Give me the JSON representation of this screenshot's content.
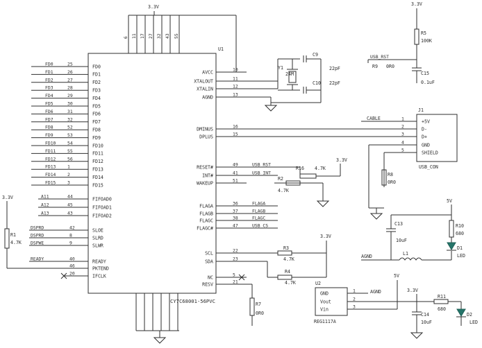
{
  "u1": {
    "ref": "U1",
    "part": "CY7C68001-56PVC",
    "left_pins": [
      {
        "net": "FD0",
        "num": "25",
        "name": "FD0"
      },
      {
        "net": "FD1",
        "num": "26",
        "name": "FD1"
      },
      {
        "net": "FD2",
        "num": "27",
        "name": "FD2"
      },
      {
        "net": "FD3",
        "num": "28",
        "name": "FD3"
      },
      {
        "net": "FD4",
        "num": "29",
        "name": "FD4"
      },
      {
        "net": "FD5",
        "num": "30",
        "name": "FD5"
      },
      {
        "net": "FD6",
        "num": "31",
        "name": "FD6"
      },
      {
        "net": "FD7",
        "num": "32",
        "name": "FD7"
      },
      {
        "net": "FD8",
        "num": "52",
        "name": "FD8"
      },
      {
        "net": "FD9",
        "num": "53",
        "name": "FD9"
      },
      {
        "net": "FD10",
        "num": "54",
        "name": "FD10"
      },
      {
        "net": "FD11",
        "num": "55",
        "name": "FD11"
      },
      {
        "net": "FD12",
        "num": "56",
        "name": "FD12"
      },
      {
        "net": "FD13",
        "num": "1",
        "name": "FD13"
      },
      {
        "net": "FD14",
        "num": "2",
        "name": "FD14"
      },
      {
        "net": "FD15",
        "num": "3",
        "name": "FD15"
      }
    ],
    "left_pins2": [
      {
        "net": "A11",
        "num": "44",
        "name": "FIFOAD0"
      },
      {
        "net": "A12",
        "num": "45",
        "name": "FIFOAD1"
      },
      {
        "net": "A13",
        "num": "43",
        "name": "FIFOAD2"
      }
    ],
    "left_pins3": [
      {
        "net": "DSPRD",
        "num": "42",
        "name": "SLOE"
      },
      {
        "net": "DSPRD",
        "num": "8",
        "name": "SLRD"
      },
      {
        "net": "DSPWE",
        "num": "9",
        "name": "SLWR"
      },
      {
        "net": "READY",
        "num": "40",
        "name": "READY"
      },
      {
        "net": "",
        "num": "46",
        "name": "PKTEND"
      },
      {
        "net": "",
        "num": "20",
        "name": "IFCLK"
      }
    ],
    "right_pins": [
      {
        "name": "AVCC",
        "num": "10",
        "net": ""
      },
      {
        "name": "XTALOUT",
        "num": "11",
        "net": ""
      },
      {
        "name": "XTALIN",
        "num": "12",
        "net": ""
      },
      {
        "name": "AGND",
        "num": "13",
        "net": ""
      },
      {
        "name": "DMINUS",
        "num": "16",
        "net": ""
      },
      {
        "name": "DPLUS",
        "num": "15",
        "net": ""
      },
      {
        "name": "RESET#",
        "num": "49",
        "net": "USB_RST"
      },
      {
        "name": "INT#",
        "num": "41",
        "net": "USB_INT"
      },
      {
        "name": "WAKEUP",
        "num": "51",
        "net": ""
      },
      {
        "name": "FLAGA",
        "num": "36",
        "net": "FLAGA"
      },
      {
        "name": "FLAGB",
        "num": "37",
        "net": "FLAGB"
      },
      {
        "name": "FLAGC",
        "num": "38",
        "net": "FLAGC"
      },
      {
        "name": "FLAGC#",
        "num": "47",
        "net": "USB_CS"
      },
      {
        "name": "SCL",
        "num": "22",
        "net": ""
      },
      {
        "name": "SDA",
        "num": "23",
        "net": ""
      },
      {
        "name": "NC",
        "num": "5",
        "net": ""
      },
      {
        "name": "RESV",
        "num": "21",
        "net": ""
      }
    ],
    "top_pins": [
      "6",
      "11",
      "17",
      "27",
      "32",
      "43",
      "55"
    ]
  },
  "power": {
    "v33": "3.3V",
    "v5": "5V"
  },
  "crystal": {
    "ref": "Y1",
    "value": "24M",
    "c9": "C9",
    "c10": "C10",
    "cap": "22pF"
  },
  "reset_ckt": {
    "net": "USB_RST",
    "r5_ref": "R5",
    "r5_val": "100K",
    "r9_ref": "R9",
    "r9_val": "0R0",
    "c15_ref": "C15",
    "c15_val": "0.1uF"
  },
  "usb": {
    "ref": "J1",
    "name": "USB_CON",
    "cable": "CABLE",
    "pins": [
      {
        "num": "1",
        "name": "+5V"
      },
      {
        "num": "2",
        "name": "D-"
      },
      {
        "num": "3",
        "name": "D+"
      },
      {
        "num": "4",
        "name": "GND"
      },
      {
        "num": "5",
        "name": "SHIELD"
      }
    ],
    "r8_ref": "R8",
    "r8_val": "0R0"
  },
  "r16": {
    "ref": "R16",
    "val": "4.7K"
  },
  "r2": {
    "ref": "R2",
    "val": "4.7K"
  },
  "r3": {
    "ref": "R3",
    "val": "4.7K"
  },
  "r4": {
    "ref": "R4",
    "val": "4.7K"
  },
  "r1": {
    "ref": "R1",
    "val": "4.7K"
  },
  "r7": {
    "ref": "R7",
    "val": "0R0"
  },
  "filter": {
    "c13_ref": "C13",
    "c13_val": "10uF",
    "l1": "L1",
    "agnd": "AGND",
    "r10_ref": "R10",
    "r10_val": "680",
    "d1_ref": "D1",
    "d1_val": "LED"
  },
  "reg": {
    "ref": "U2",
    "part": "REG1117A",
    "pins": [
      {
        "num": "1",
        "name": "GND",
        "net": "AGND"
      },
      {
        "num": "2",
        "name": "Vout",
        "net": ""
      },
      {
        "num": "3",
        "name": "Vin",
        "net": ""
      }
    ],
    "c14_ref": "C14",
    "c14_val": "10uF",
    "r11_ref": "R11",
    "r11_val": "680",
    "d2_ref": "D2",
    "d2_val": "LED"
  }
}
